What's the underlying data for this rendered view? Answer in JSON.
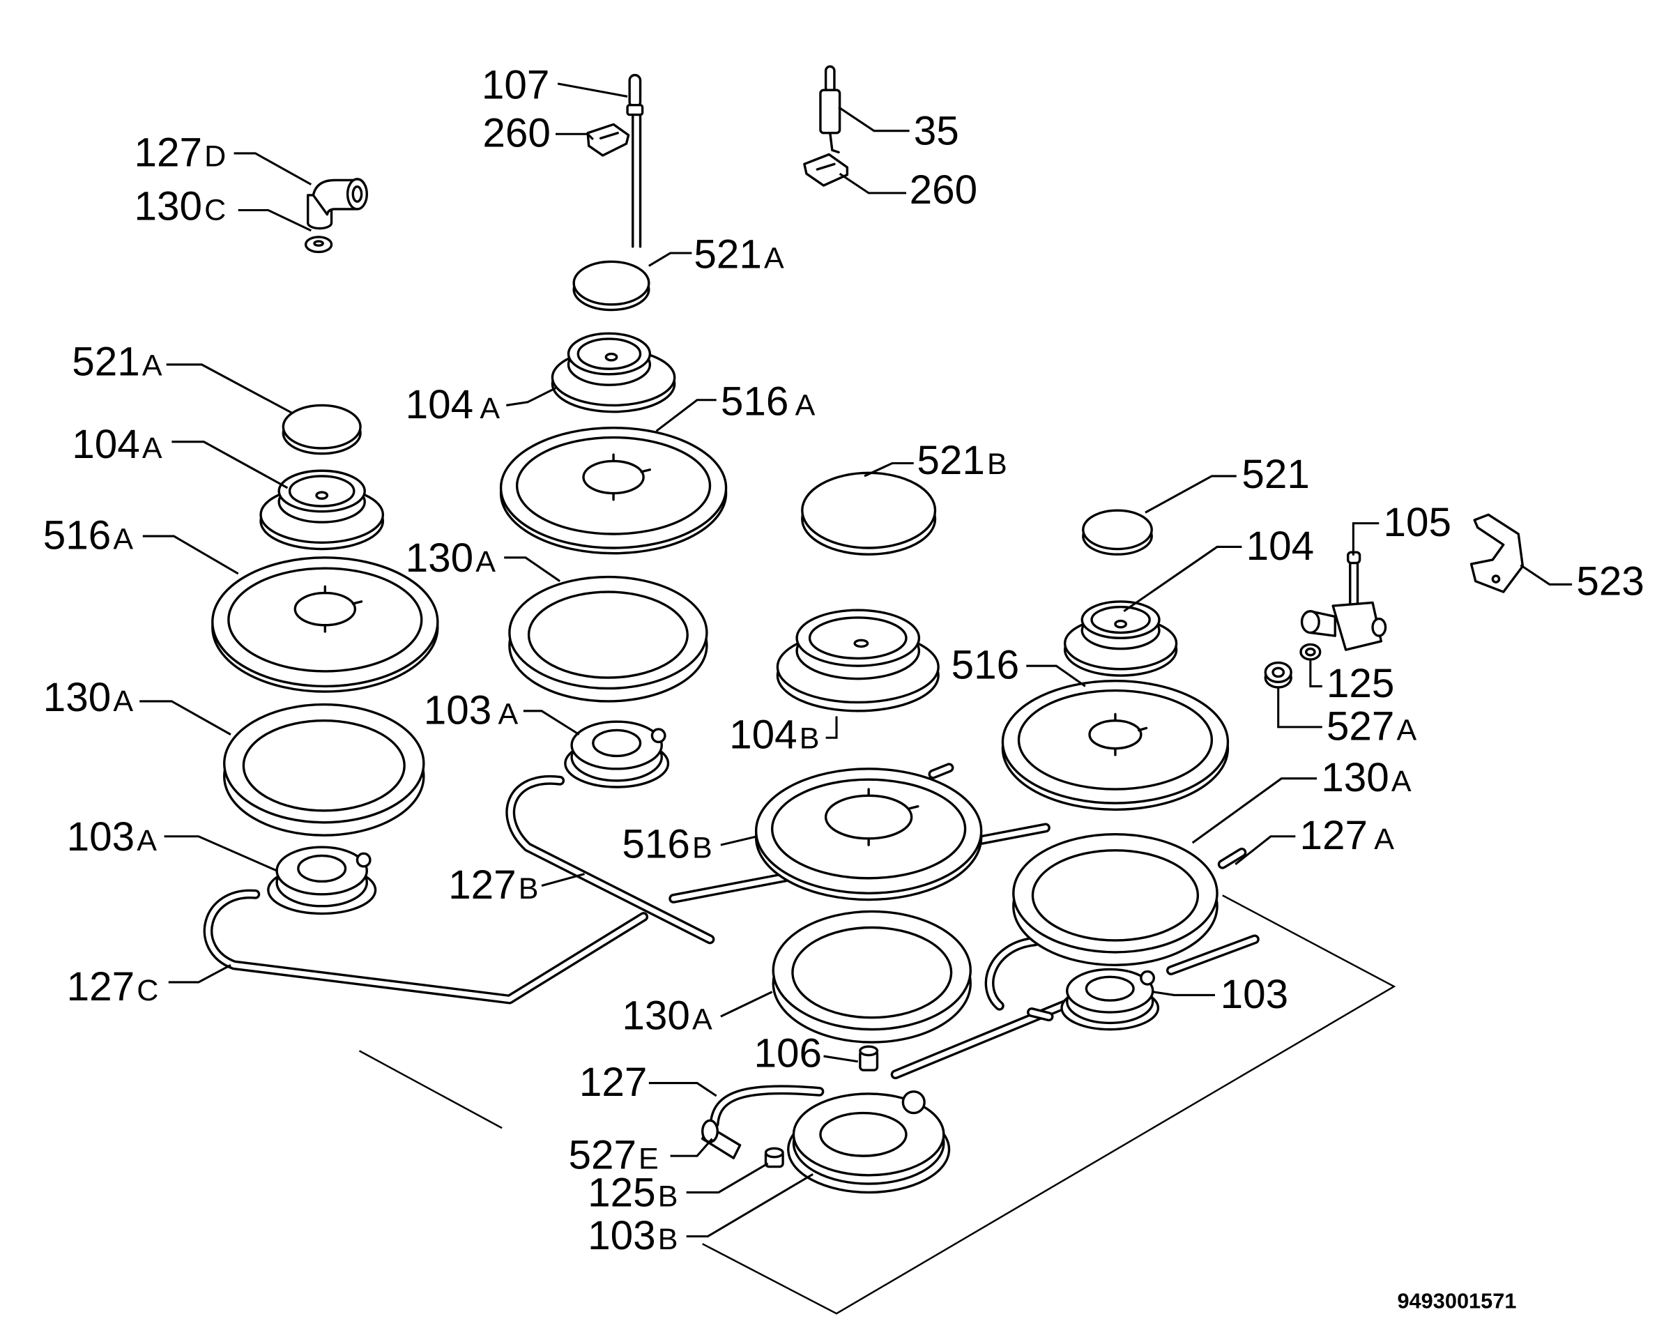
{
  "labels": [
    {
      "number": "107"
    },
    {
      "number": "260"
    },
    {
      "number": "127",
      "suffix": "D"
    },
    {
      "number": "130",
      "suffix": "C"
    },
    {
      "number": "35"
    },
    {
      "number": "260"
    },
    {
      "number": "521",
      "suffix": "A"
    },
    {
      "number": "521",
      "suffix": "A"
    },
    {
      "number": "104",
      "suffix": "A"
    },
    {
      "number": "104",
      "suffix": "A"
    },
    {
      "number": "516",
      "suffix": "A"
    },
    {
      "number": "516",
      "suffix": "A"
    },
    {
      "number": "521",
      "suffix": "B"
    },
    {
      "number": "521"
    },
    {
      "number": "104"
    },
    {
      "number": "105"
    },
    {
      "number": "523"
    },
    {
      "number": "130",
      "suffix": "A"
    },
    {
      "number": "130",
      "suffix": "A"
    },
    {
      "number": "103",
      "suffix": "A"
    },
    {
      "number": "103",
      "suffix": "A"
    },
    {
      "number": "125"
    },
    {
      "number": "527",
      "suffix": "A"
    },
    {
      "number": "516"
    },
    {
      "number": "104",
      "suffix": "B"
    },
    {
      "number": "130",
      "suffix": "A"
    },
    {
      "number": "127",
      "suffix": "A"
    },
    {
      "number": "516",
      "suffix": "B"
    },
    {
      "number": "127",
      "suffix": "B"
    },
    {
      "number": "127",
      "suffix": "C"
    },
    {
      "number": "103"
    },
    {
      "number": "130",
      "suffix": "A"
    },
    {
      "number": "106"
    },
    {
      "number": "127"
    },
    {
      "number": "527",
      "suffix": "E"
    },
    {
      "number": "125",
      "suffix": "B"
    },
    {
      "number": "103",
      "suffix": "B"
    }
  ],
  "drawing_number": "9493001571"
}
